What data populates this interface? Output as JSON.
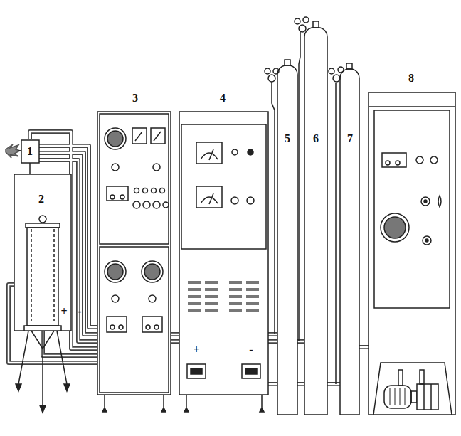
{
  "diagram": {
    "labels": [
      "1",
      "2",
      "+",
      "-",
      "3",
      "4",
      "5",
      "6",
      "7",
      "8",
      "+",
      "-"
    ]
  }
}
